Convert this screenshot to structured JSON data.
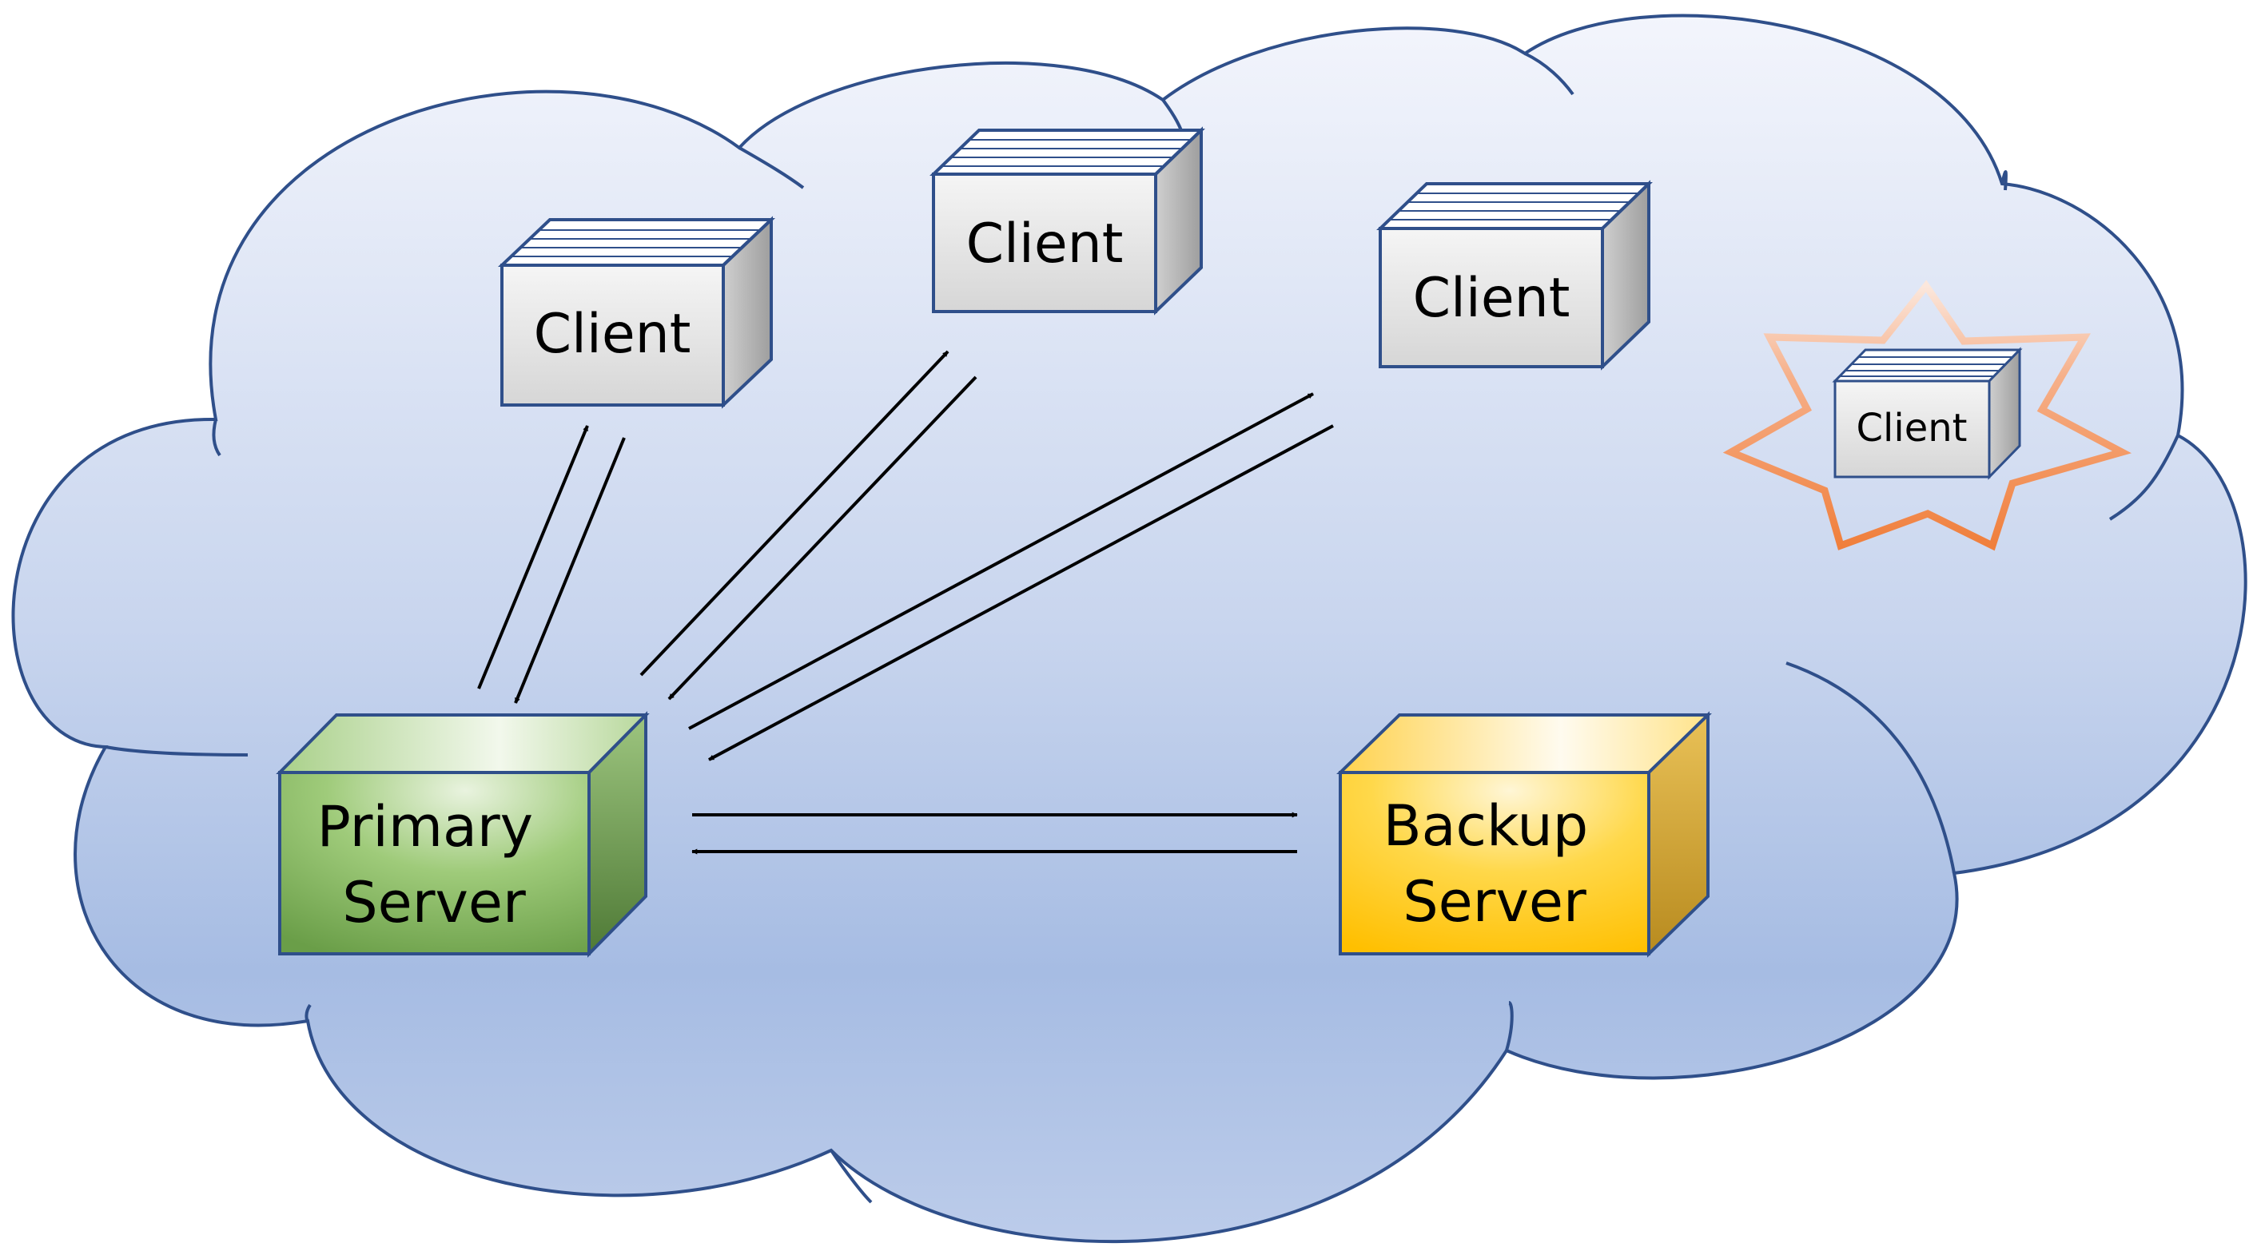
{
  "diagram": {
    "nodes": [
      {
        "id": "client_1",
        "lines": [
          "Client"
        ],
        "style": "client"
      },
      {
        "id": "client_2",
        "lines": [
          "Client"
        ],
        "style": "client"
      },
      {
        "id": "client_3",
        "lines": [
          "Client"
        ],
        "style": "client"
      },
      {
        "id": "client_new",
        "lines": [
          "Client"
        ],
        "style": "client-highlighted"
      },
      {
        "id": "primary",
        "lines": [
          "Primary",
          "Server"
        ],
        "style": "primary"
      },
      {
        "id": "backup",
        "lines": [
          "Backup",
          "Server"
        ],
        "style": "backup"
      }
    ],
    "edges": [
      {
        "from": "primary",
        "to": "client_1"
      },
      {
        "from": "client_1",
        "to": "primary"
      },
      {
        "from": "primary",
        "to": "client_2"
      },
      {
        "from": "client_2",
        "to": "primary"
      },
      {
        "from": "primary",
        "to": "client_3"
      },
      {
        "from": "client_3",
        "to": "primary"
      },
      {
        "from": "primary",
        "to": "backup"
      },
      {
        "from": "backup",
        "to": "primary"
      }
    ],
    "colors": {
      "cloud_top": "#f3f5fc",
      "cloud_bottom": "#a6bce3",
      "cloud_stroke": "#2f4f8a",
      "client_fill": "#e6e6e6",
      "client_side": "#b3b3b3",
      "client_stroke": "#2f4f8a",
      "primary_fill": "#8fbf6a",
      "primary_side": "#5e8a43",
      "backup_fill": "#ffcc33",
      "backup_side": "#c9a03a",
      "star_stroke": "#f08a4b",
      "arrow": "#000000"
    }
  }
}
